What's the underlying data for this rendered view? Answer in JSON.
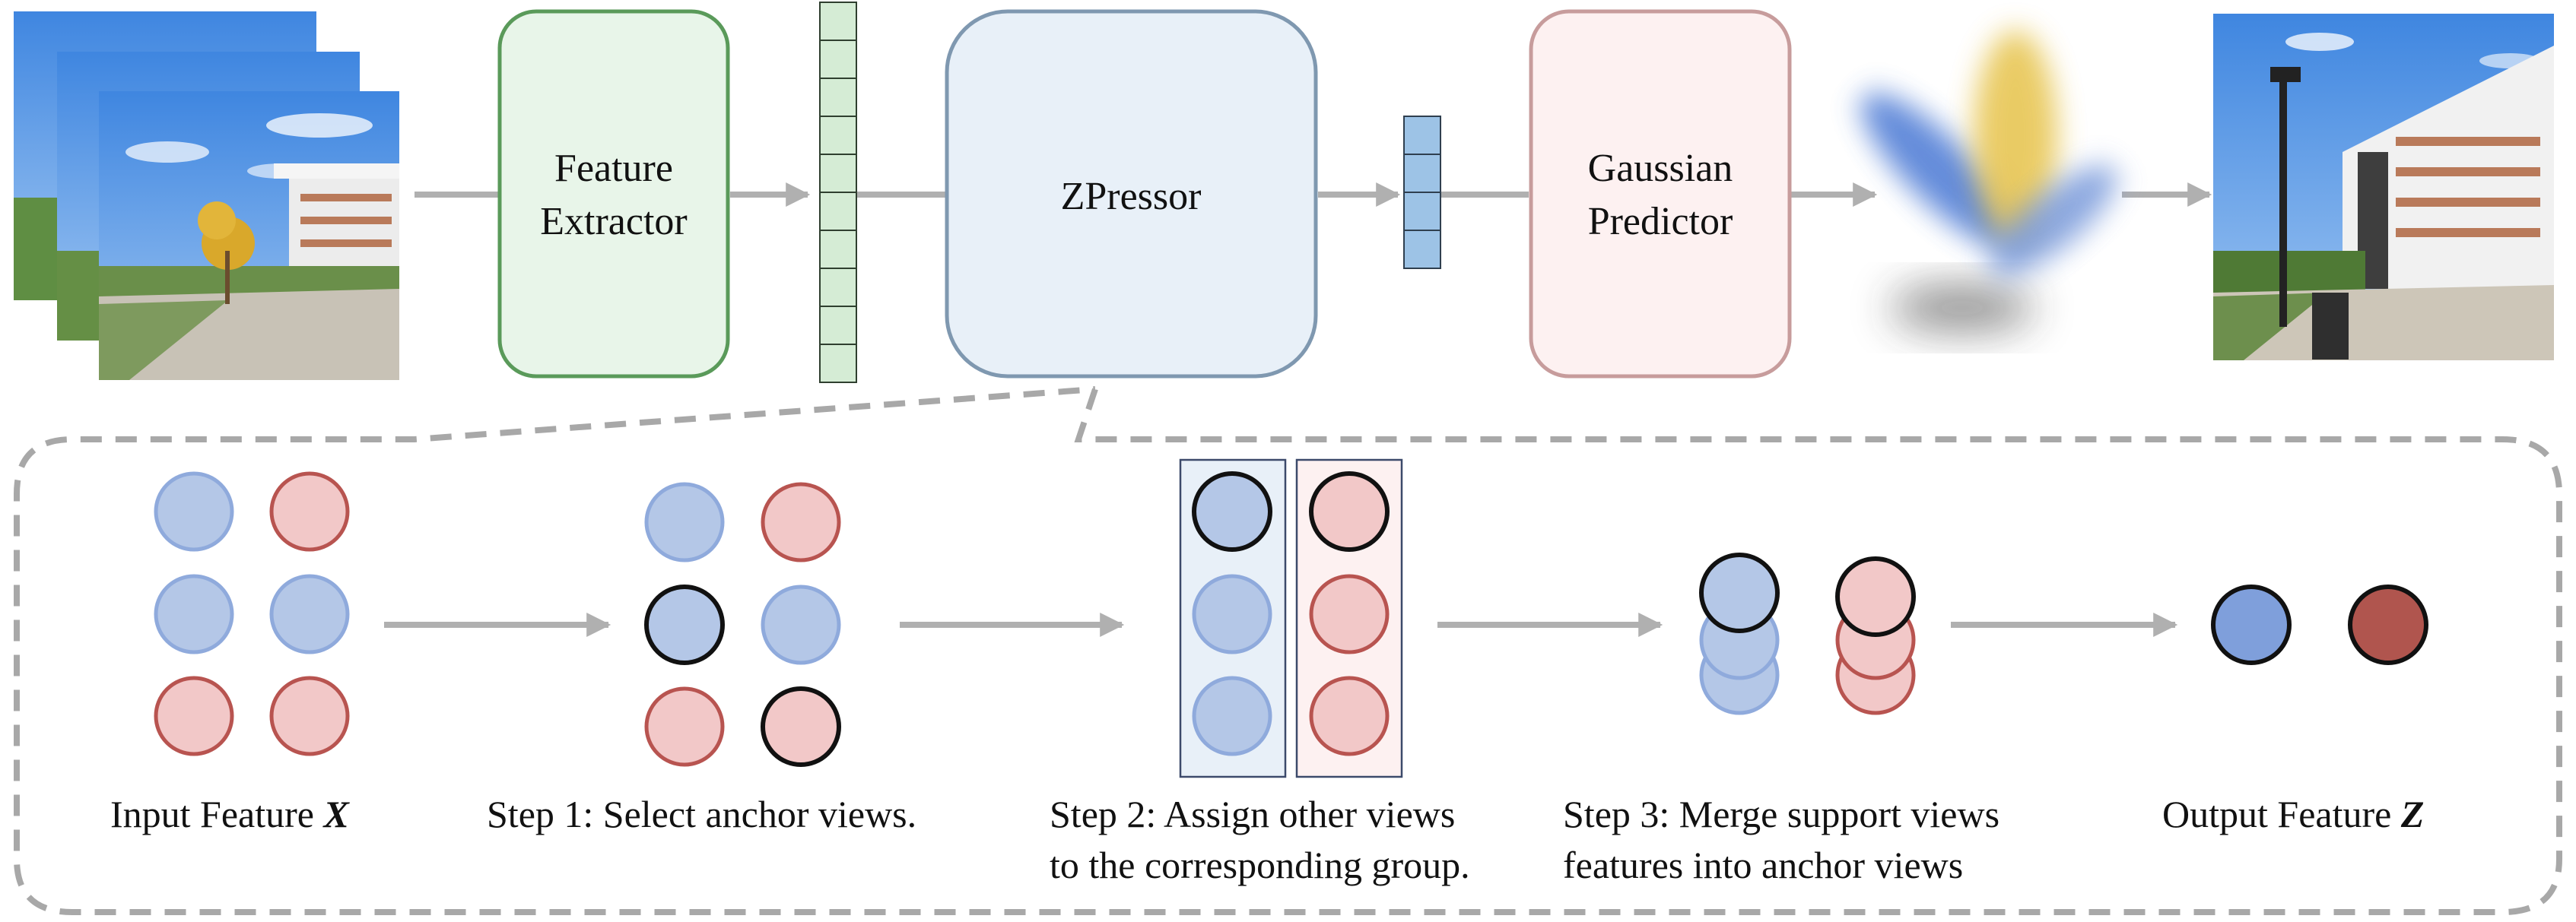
{
  "pipeline": {
    "feature_extractor_label": [
      "Feature",
      "Extractor"
    ],
    "zpressor_label": "ZPressor",
    "gaussian_predictor_label": [
      "Gaussian",
      "Predictor"
    ]
  },
  "steps": {
    "input_label": "Input Feature ",
    "input_symbol": "X",
    "step1_label": "Step 1: Select anchor views.",
    "step2_label": [
      "Step 2: Assign other views",
      "to the corresponding group."
    ],
    "step3_label": [
      "Step 3: Merge support views",
      "features into anchor views"
    ],
    "output_label": "Output Feature ",
    "output_symbol": "Z"
  },
  "colors": {
    "blue_fill": "#b4c7e7",
    "blue_stroke": "#8faadc",
    "red_fill": "#f2c8c8",
    "red_stroke": "#b85450",
    "dark_blue": "#7f9fdb",
    "dark_red": "#b0554e",
    "green_fill": "#e8f5e9",
    "green_stroke": "#5a9a5a",
    "zpressor_fill": "#e8f0f8",
    "zpressor_stroke": "#7f98b0",
    "predictor_fill": "#fdf1f1",
    "predictor_stroke": "#c79c9c",
    "arrow_gray": "#b0b0b0"
  }
}
